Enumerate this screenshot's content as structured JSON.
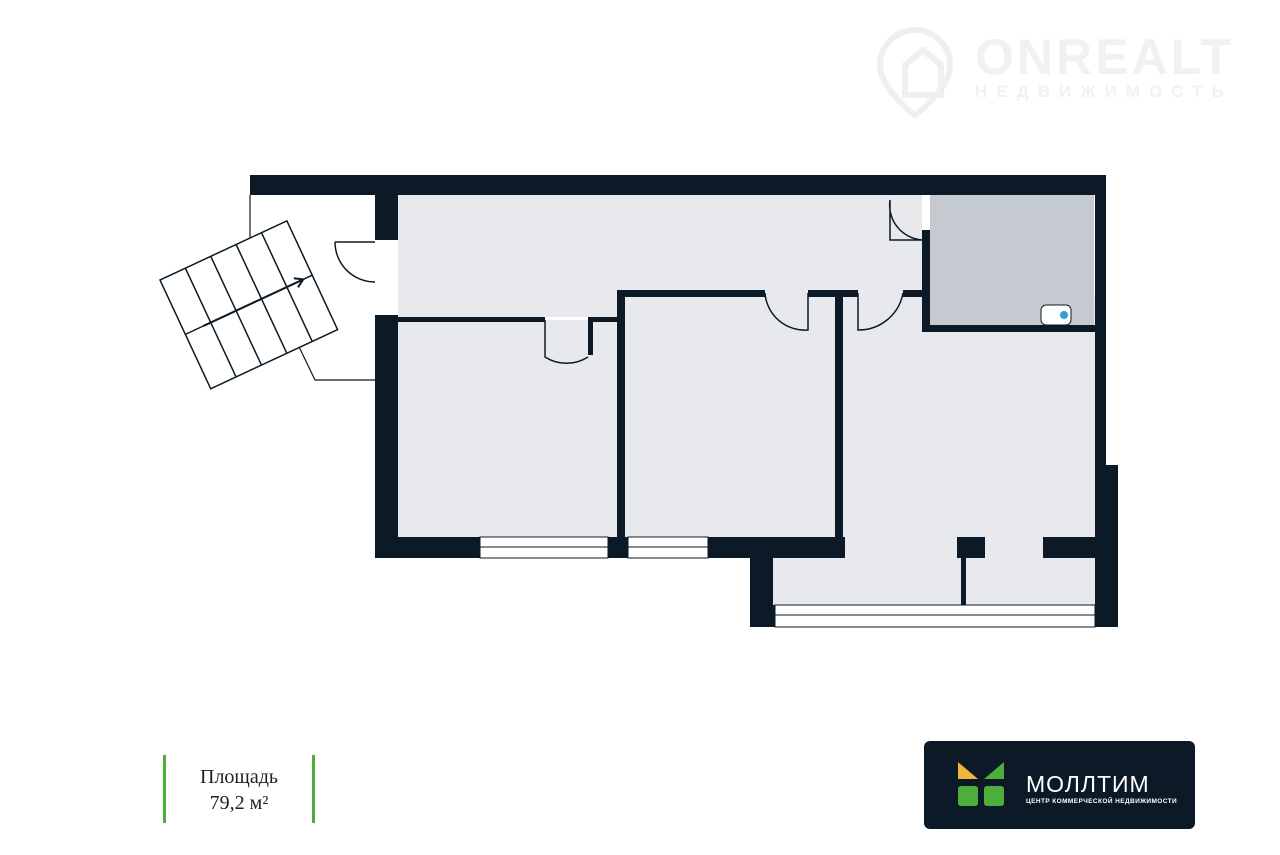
{
  "watermark": {
    "title": "ONREALT",
    "subtitle": "НЕДВИЖИМОСТЬ"
  },
  "area": {
    "label": "Площадь",
    "value": "79,2 м²"
  },
  "brand": {
    "name": "МОЛЛТИМ",
    "tagline": "ЦЕНТР КОММЕРЧЕСКОЙ НЕДВИЖИМОСТИ"
  },
  "colors": {
    "wall": "#0b1a26",
    "room": "#e8e9ec",
    "bathroom": "#c5c9d0",
    "accent_green": "#4caf3c",
    "accent_yellow": "#f0b43c"
  }
}
